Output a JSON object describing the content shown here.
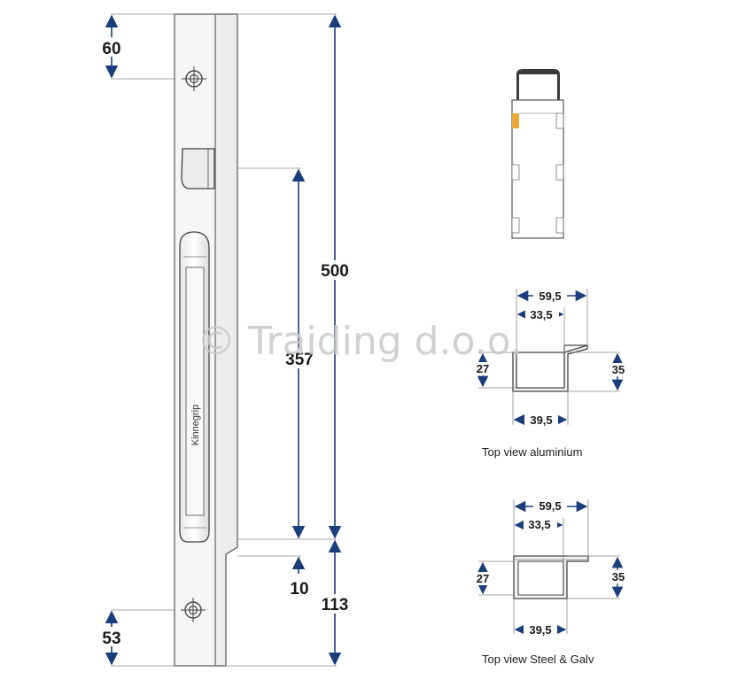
{
  "dimensions": {
    "top_offset": "60",
    "bottom_offset": "53",
    "total_height": "500",
    "handle_span": "357",
    "lower_gap": "10",
    "lower_section": "113"
  },
  "handle_brand": "Kinnegrip",
  "watermark": "© Traiding d.o.o.",
  "aluminium_profile": {
    "caption": "Top view aluminium",
    "outer_width": "59,5",
    "inner_width": "33,5",
    "bottom_width": "39,5",
    "left_depth": "27",
    "right_depth": "35"
  },
  "steel_profile": {
    "caption": "Top view Steel & Galv",
    "outer_width": "59,5",
    "inner_width": "33,5",
    "bottom_width": "39,5",
    "left_depth": "27",
    "right_depth": "35"
  },
  "colors": {
    "dimension_arrow": "#1a3d7c",
    "outline": "#555555",
    "plate_fill": "#f4f4f4",
    "accent_insert": "#e8a83a"
  }
}
